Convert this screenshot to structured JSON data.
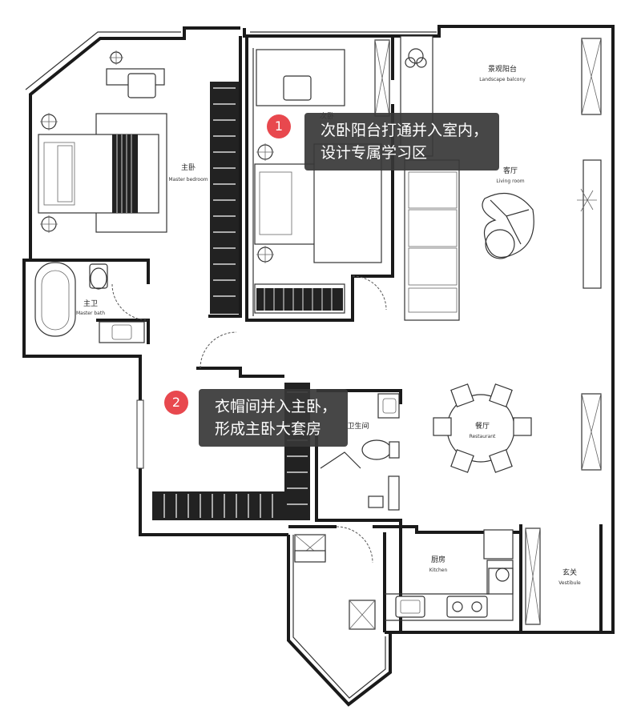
{
  "rooms": {
    "master_bedroom": {
      "cn": "主卧",
      "en": "Master bedroom"
    },
    "secondary_bedroom": {
      "cn": "次卧"
    },
    "landscape_balcony": {
      "cn": "景观阳台",
      "en": "Landscape balcony"
    },
    "living_room": {
      "cn": "客厅",
      "en": "Living room"
    },
    "master_bath": {
      "cn": "主卫",
      "en": "Master bath"
    },
    "bathroom": {
      "cn": "卫生间"
    },
    "restaurant": {
      "cn": "餐厅",
      "en": "Restaurant"
    },
    "kitchen": {
      "cn": "厨房",
      "en": "Kitchen"
    },
    "vestibule": {
      "cn": "玄关",
      "en": "Vestibule"
    }
  },
  "annotations": [
    {
      "number": "1",
      "line1": "次卧阳台打通并入室内，",
      "line2": "设计专属学习区"
    },
    {
      "number": "2",
      "line1": "衣帽间并入主卧，",
      "line2": "形成主卧大套房"
    }
  ]
}
